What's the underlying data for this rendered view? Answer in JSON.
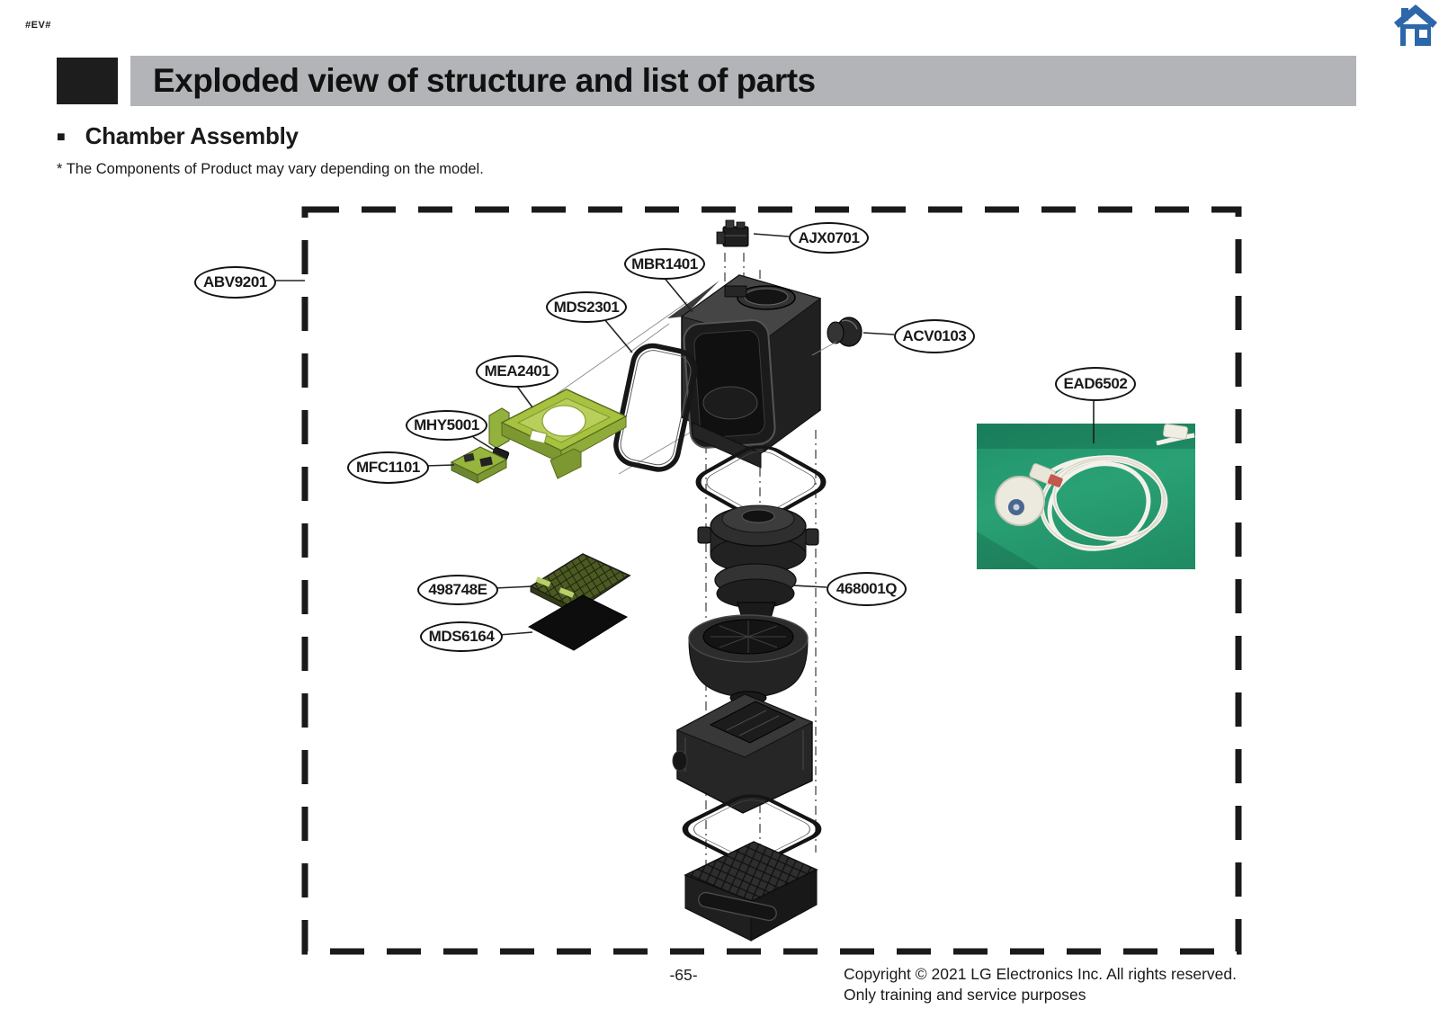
{
  "page": {
    "marker": "#EV#",
    "page_number": "-65-",
    "copyright_line1": "Copyright © 2021 LG Electronics Inc. All rights reserved.",
    "copyright_line2": "Only training and service purposes"
  },
  "header": {
    "title": "Exploded view of structure and list of parts"
  },
  "section": {
    "bullet": "■",
    "heading": "Chamber Assembly",
    "note": "* The Components of Product may vary depending on the model."
  },
  "diagram": {
    "labels": [
      {
        "id": "ABV9201",
        "text": "ABV9201"
      },
      {
        "id": "AJX0701",
        "text": "AJX0701"
      },
      {
        "id": "MBR1401",
        "text": "MBR1401"
      },
      {
        "id": "MDS2301",
        "text": "MDS2301"
      },
      {
        "id": "ACV0103",
        "text": "ACV0103"
      },
      {
        "id": "EAD6502",
        "text": "EAD6502"
      },
      {
        "id": "MEA2401",
        "text": "MEA2401"
      },
      {
        "id": "MHY5001",
        "text": "MHY5001"
      },
      {
        "id": "MFC1101",
        "text": "MFC1101"
      },
      {
        "id": "498748E",
        "text": "498748E"
      },
      {
        "id": "MDS6164",
        "text": "MDS6164"
      },
      {
        "id": "468001Q",
        "text": "468001Q"
      }
    ]
  },
  "colors": {
    "accent_blue": "#2c67a9",
    "title_bar_gray": "#b2b4b7",
    "part_green": "#9fc341",
    "filter_green": "#4c5a22",
    "photo_green": "#2a9a72"
  }
}
